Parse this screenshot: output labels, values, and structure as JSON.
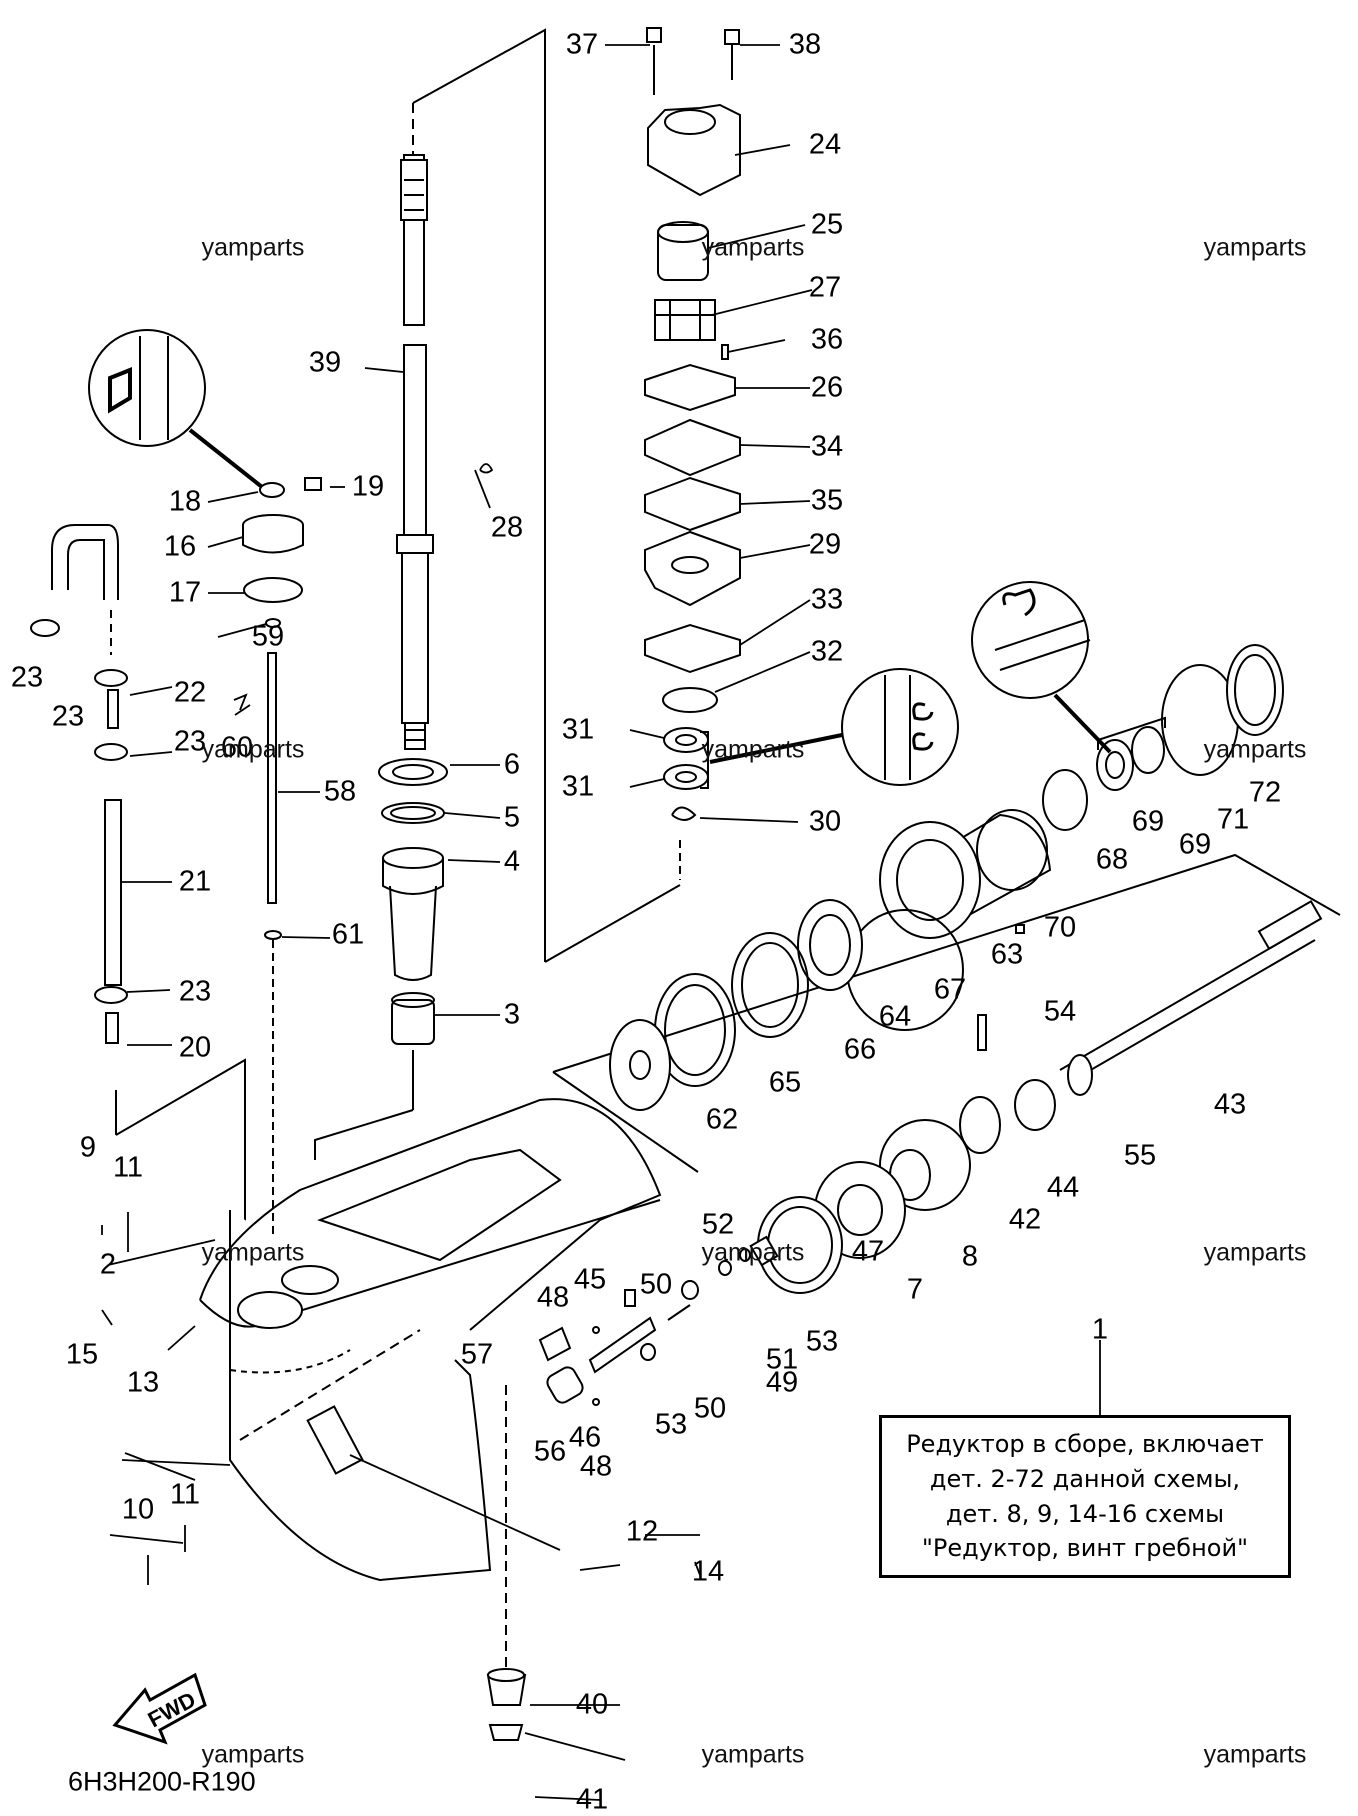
{
  "drawing_code": "6H3H200-R190",
  "watermark": "yamparts",
  "fwd_label": "FWD",
  "info_box": {
    "lines": [
      "Редуктор в сборе, включает",
      "дет. 2-72 данной схемы,",
      "дет. 8, 9, 14-16 схемы",
      "\"Редуктор, винт гребной\""
    ]
  },
  "part_labels": [
    "1",
    "2",
    "3",
    "4",
    "5",
    "6",
    "7",
    "8",
    "9",
    "10",
    "11",
    "11",
    "12",
    "13",
    "14",
    "15",
    "16",
    "17",
    "18",
    "19",
    "20",
    "21",
    "22",
    "23",
    "23",
    "23",
    "23",
    "24",
    "25",
    "26",
    "27",
    "28",
    "29",
    "30",
    "31",
    "31",
    "32",
    "33",
    "34",
    "35",
    "36",
    "37",
    "38",
    "39",
    "40",
    "41",
    "42",
    "43",
    "44",
    "45",
    "46",
    "47",
    "48",
    "48",
    "49",
    "50",
    "50",
    "51",
    "52",
    "53",
    "53",
    "54",
    "55",
    "56",
    "57",
    "58",
    "59",
    "60",
    "61",
    "62",
    "63",
    "64",
    "65",
    "66",
    "67",
    "68",
    "69",
    "69",
    "70",
    "71",
    "72"
  ]
}
